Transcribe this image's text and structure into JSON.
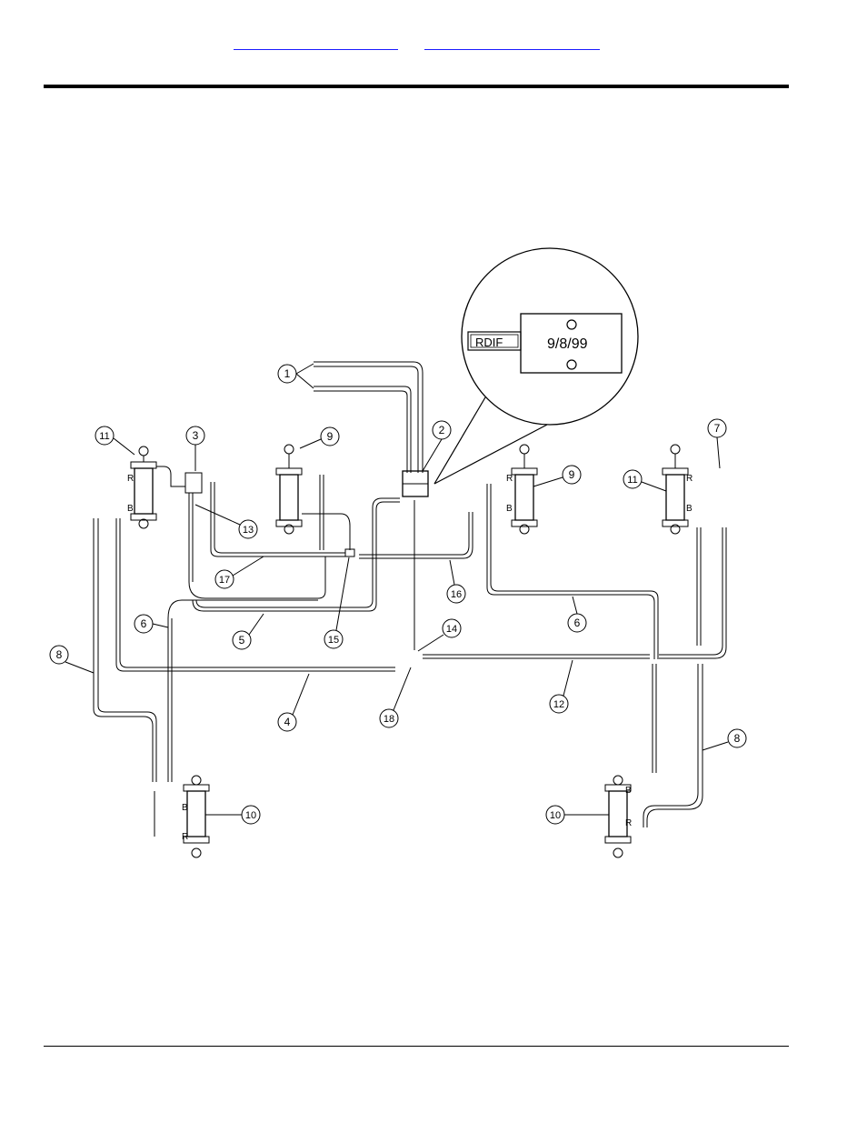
{
  "header": {
    "link_a": "",
    "link_b": ""
  },
  "detail": {
    "tag_text": "RDIF",
    "date_text": "9/8/99"
  },
  "callouts": {
    "c1": "1",
    "c2": "2",
    "c3": "3",
    "c4": "4",
    "c5": "5",
    "c6a": "6",
    "c6b": "6",
    "c7": "7",
    "c8a": "8",
    "c8b": "8",
    "c9a": "9",
    "c9b": "9",
    "c10a": "10",
    "c10b": "10",
    "c11a": "11",
    "c11b": "11",
    "c12": "12",
    "c13": "13",
    "c14": "14",
    "c15": "15",
    "c16": "16",
    "c17": "17",
    "c18": "18"
  },
  "port_labels": {
    "r": "R",
    "b": "B"
  },
  "colors": {
    "ink": "#000000",
    "link": "#1a1aff"
  }
}
